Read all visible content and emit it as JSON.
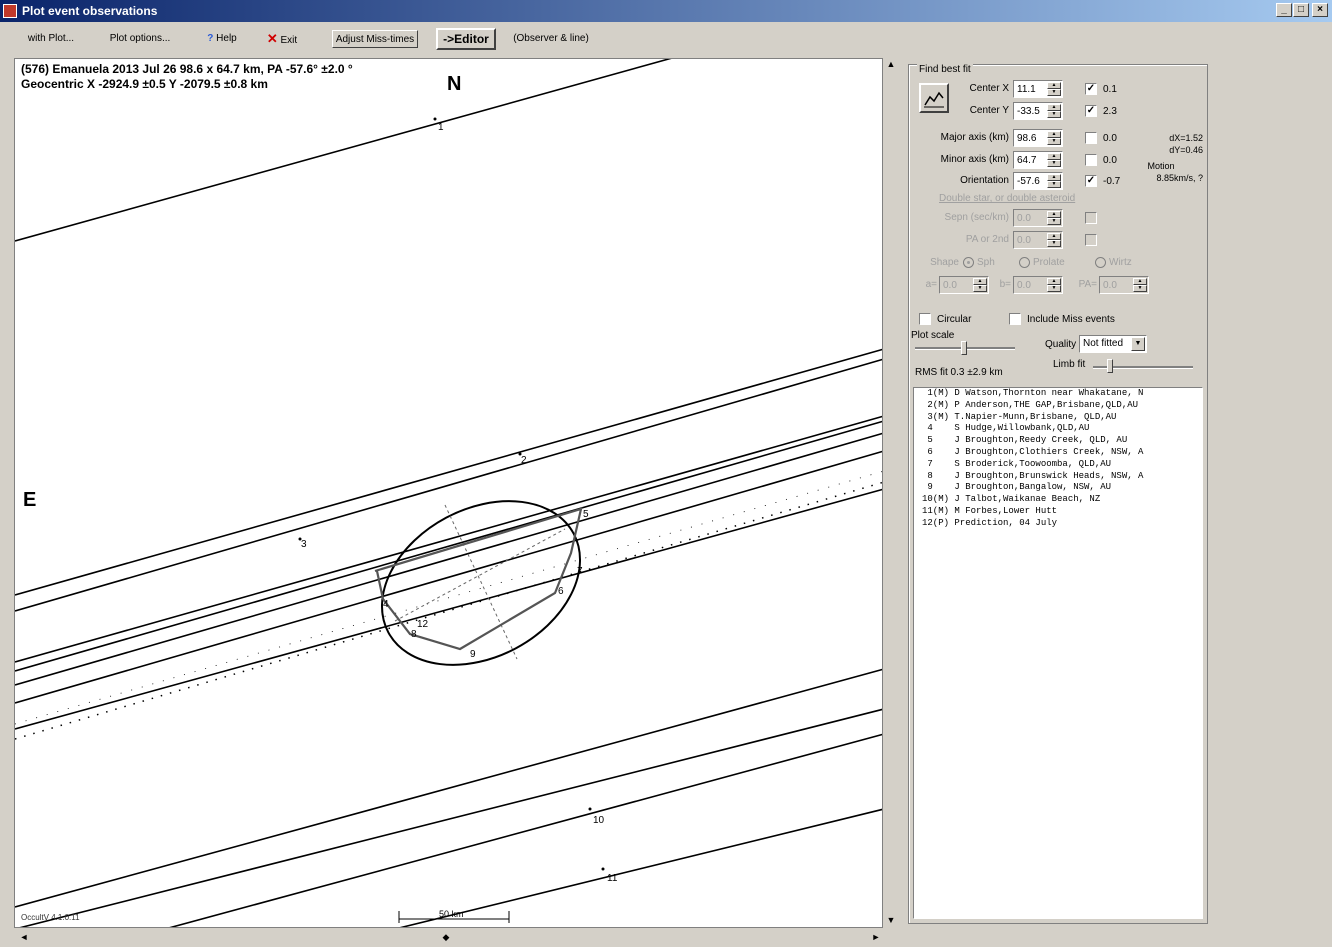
{
  "window": {
    "title": "Plot event observations",
    "minimize": "_",
    "maximize": "□",
    "close": "×"
  },
  "toolbar": {
    "with_plot": "with Plot...",
    "plot_options": "Plot options...",
    "help": "Help",
    "exit": "Exit",
    "adjust_miss_times": "Adjust Miss-times",
    "editor": "->Editor",
    "observer_line": "(Observer & line)"
  },
  "plot": {
    "header_line1": "(576) Emanuela  2013 Jul 26   98.6 x 64.7 km, PA -57.6° ±2.0 °",
    "header_line2": "Geocentric  X  -2924.9 ±0.5  Y -2079.5 ±0.8 km",
    "north": "N",
    "east": "E",
    "scale_label": "50 km",
    "version": "OccultV 4.1.0.11",
    "chord_labels": [
      "1",
      "2",
      "3",
      "4",
      "5",
      "6",
      "7",
      "8",
      "9",
      "10",
      "11",
      "12"
    ]
  },
  "panel": {
    "find_best_fit": "Find best fit",
    "center_x_label": "Center X",
    "center_x_value": "11.1",
    "center_x_check_label": "0.1",
    "center_y_label": "Center Y",
    "center_y_value": "-33.5",
    "center_y_check_label": "2.3",
    "major_axis_label": "Major axis (km)",
    "major_axis_value": "98.6",
    "major_axis_check_label": "0.0",
    "minor_axis_label": "Minor axis (km)",
    "minor_axis_value": "64.7",
    "minor_axis_check_label": "0.0",
    "orientation_label": "Orientation",
    "orientation_value": "-57.6",
    "orientation_check_label": "-0.7",
    "dx_label": "dX=1.52",
    "dy_label": "dY=0.46",
    "motion_label": "Motion",
    "motion_value": "8.85km/s, ?",
    "double_star_link": "Double star, or double asteroid",
    "separation_label": "Sepn (sec/km)",
    "separation_value": "0.0",
    "pa_label": "PA or 2nd",
    "pa_value": "0.0",
    "shape_label": "Shape",
    "shape_opt1": "Sph",
    "shape_opt2": "Prolate",
    "shape_opt3": "Wirtz",
    "a_label": "a=",
    "a_value": "0.0",
    "b_label": "b=",
    "b_value": "0.0",
    "pa2_label": "PA=",
    "pa2_value": "0.0",
    "circular_label": "Circular",
    "include_miss_label": "Include Miss events",
    "plot_scale_label": "Plot scale",
    "quality_label": "Quality",
    "quality_value": "Not fitted",
    "limb_fit_label": "Limb fit",
    "rms_label": "RMS fit 0.3 ±2.9 km"
  },
  "observers": [
    " 1(M) D Watson,Thornton near Whakatane, N",
    " 2(M) P Anderson,THE GAP,Brisbane,QLD,AU",
    " 3(M) T.Napier-Munn,Brisbane, QLD,AU",
    " 4    S Hudge,Willowbank,QLD,AU",
    " 5    J Broughton,Reedy Creek, QLD, AU",
    " 6    J Broughton,Clothiers Creek, NSW, A",
    " 7    S Broderick,Toowoomba, QLD,AU",
    " 8    J Broughton,Brunswick Heads, NSW, A",
    " 9    J Broughton,Bangalow, NSW, AU",
    "10(M) J Talbot,Waikanae Beach, NZ",
    "11(M) M Forbes,Lower Hutt",
    "12(P) Prediction, 04 July"
  ]
}
